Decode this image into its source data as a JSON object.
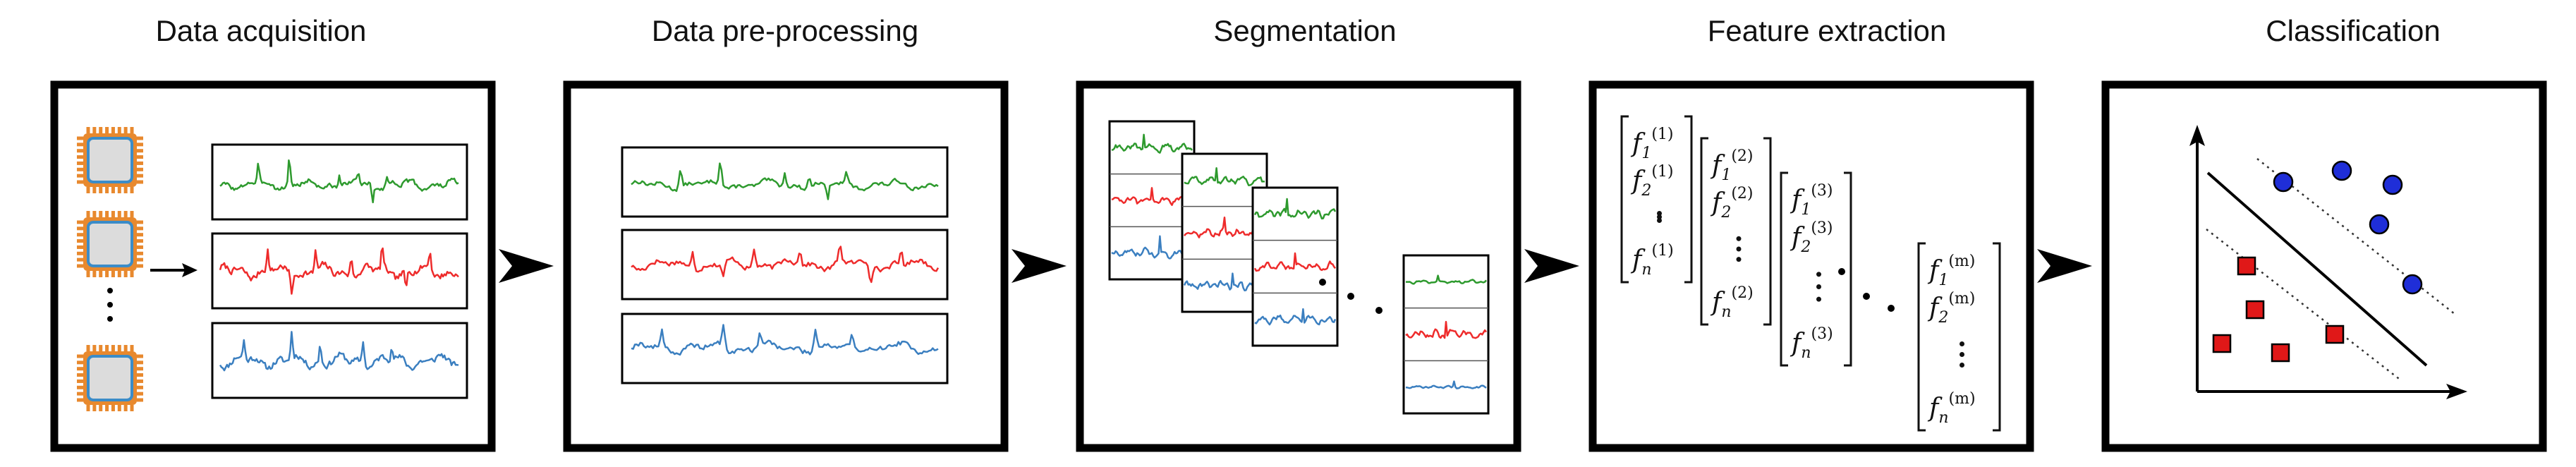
{
  "stages": [
    {
      "id": "acq",
      "title": "Data acquisition"
    },
    {
      "id": "pre",
      "title": "Data pre-processing"
    },
    {
      "id": "seg",
      "title": "Segmentation"
    },
    {
      "id": "feat",
      "title": "Feature extraction"
    },
    {
      "id": "cls",
      "title": "Classification"
    }
  ],
  "feature_vectors": [
    {
      "sup": "(1)",
      "rows": [
        "1",
        "2",
        "n"
      ]
    },
    {
      "sup": "(2)",
      "rows": [
        "1",
        "2",
        "n"
      ]
    },
    {
      "sup": "(3)",
      "rows": [
        "1",
        "2",
        "n"
      ]
    },
    {
      "sup": "(m)",
      "rows": [
        "1",
        "2",
        "n"
      ]
    }
  ],
  "colors": {
    "signal_green": "#2e9a2e",
    "signal_red": "#ee2b2b",
    "signal_blue": "#3b7fc0",
    "chip_pins": "#e8892e",
    "chip_border": "#3b8cc8",
    "chip_fill": "#dcdcdc",
    "class_a": "#1f2ed8",
    "class_b": "#e01818"
  }
}
